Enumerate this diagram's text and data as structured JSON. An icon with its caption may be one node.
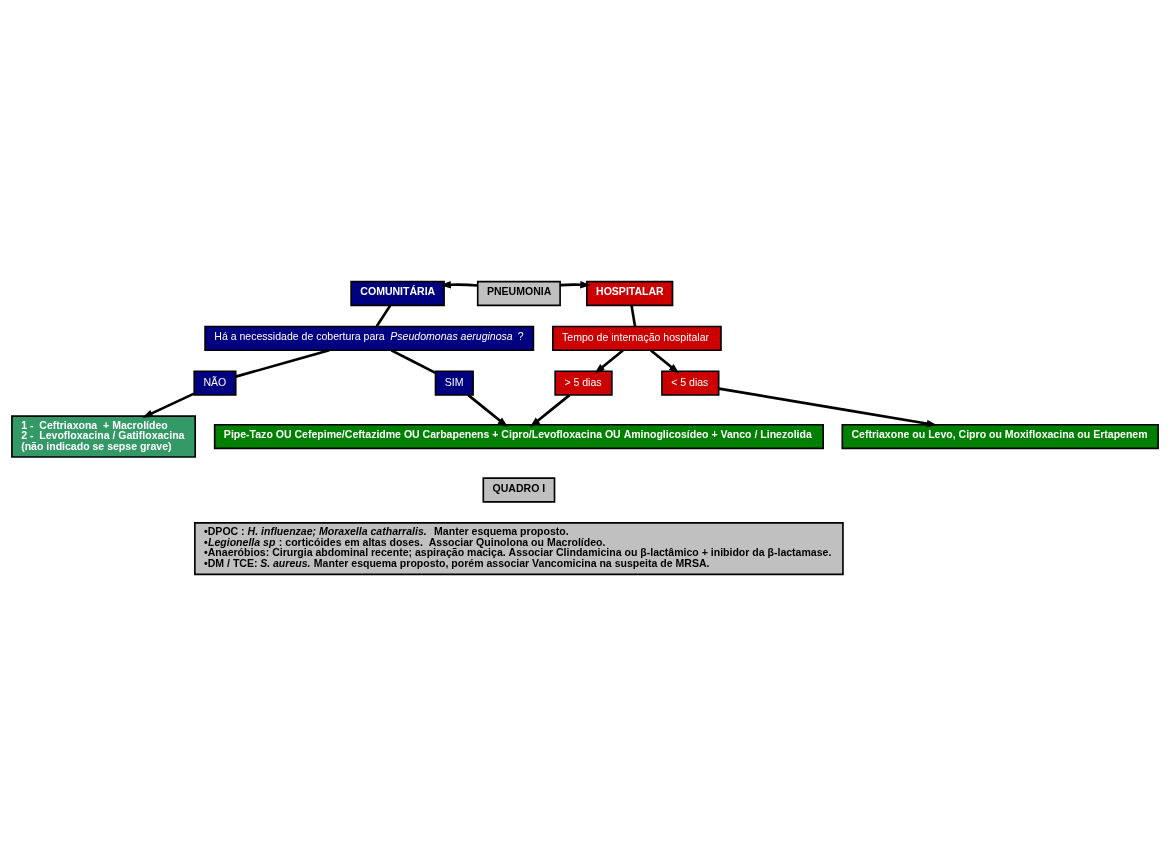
{
  "diagram": {
    "nodes": [
      {
        "text": [
          "PNEUMONIA"
        ]
      },
      {
        "text": [
          "COMUNITÁRIA"
        ]
      },
      {
        "text": [
          "HOSPITALAR"
        ]
      },
      {
        "text": [
          "Há a necessidade de cobertura para *Pseudomonas aeruginosa* ?"
        ]
      },
      {
        "text": [
          "SIM"
        ]
      },
      {
        "text": [
          "NÃO"
        ]
      },
      {
        "text": [
          "Tempo de internação hospitalar"
        ]
      },
      {
        "text": [
          "< 5 dias"
        ]
      },
      {
        "text": [
          "> 5 dias"
        ]
      },
      {
        "text": [
          "1 -  Ceftriaxona  + Macrolídeo",
          "2 -  Levofloxacina / Gatifloxacina",
          "(não indicado se sepse grave)"
        ]
      },
      {
        "text": [
          "Ceftriaxone ou Levo, Cipro ou Moxifloxacina ou Ertapenem"
        ]
      },
      {
        "text": [
          "Pipe-Tazo OU Cefepime/Ceftazidme OU Carbapenens + Cipro/Levofloxacina OU Aminoglicosídeo + Vanco / Linezolida"
        ]
      },
      {
        "text": [
          "QUADRO I"
        ]
      },
      {
        "text": [
          "•DPOC : *H. influenzae; Moraxella catharralis.*  Manter esquema proposto.",
          "•*Legionella sp* : corticóides em altas doses.  Associar Quinolona ou Macrolídeo.",
          "•Anaeróbios: Cirurgia abdominal recente; aspiração maciça. Associar Clindamicina ou β-lactâmico + inibidor da β-lactamase.",
          "•DM / TCE: *S. aureus.* Manter esquema proposto, porém associar Vancomicina na suspeita de MRSA."
        ]
      }
    ],
    "edges": [
      {
        "from": 0,
        "to": 1,
        "arrow": "to"
      },
      {
        "from": 0,
        "to": 2,
        "arrow": "to"
      },
      {
        "from": 1,
        "to": 3,
        "arrow": "none"
      },
      {
        "from": 2,
        "to": 6,
        "arrow": "none"
      },
      {
        "from": 3,
        "to": 4,
        "arrow": "none"
      },
      {
        "from": 3,
        "to": 5,
        "arrow": "none"
      },
      {
        "from": 5,
        "to": 9,
        "arrow": "to"
      },
      {
        "from": 6,
        "to": 7,
        "arrow": "to"
      },
      {
        "from": 6,
        "to": 8,
        "arrow": "to"
      },
      {
        "from": 7,
        "to": 10,
        "arrow": "to"
      },
      {
        "from": 8,
        "to": 11,
        "arrow": "to"
      },
      {
        "from": 4,
        "to": 11,
        "arrow": "to"
      }
    ]
  }
}
